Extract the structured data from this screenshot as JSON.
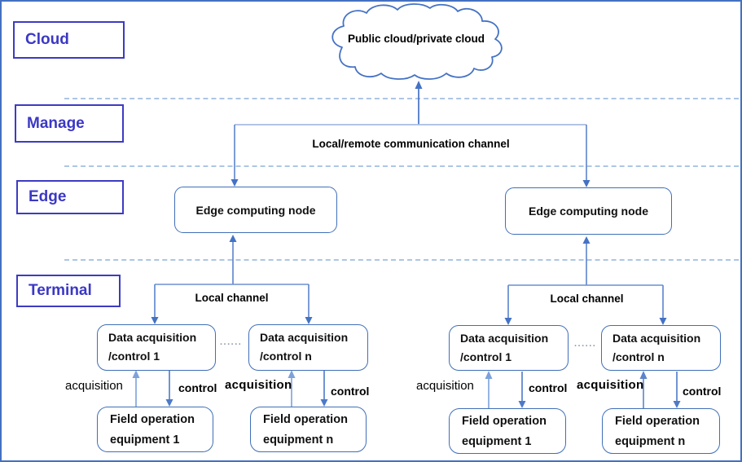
{
  "colors": {
    "frame_border": "#4470c0",
    "layer_label_indigo": "#3b38c4",
    "node_border_blue": "#3f6fb8",
    "connector_blue": "#4472c4",
    "connector_light_blue": "#a8bde2",
    "dashed_separator": "#adc6e4",
    "node_text": "#101010"
  },
  "layer_labels": [
    "Cloud",
    "Manage",
    "Edge",
    "Terminal"
  ],
  "cloud": {
    "label": "Public cloud/private cloud"
  },
  "manage": {
    "channel_label": "Local/remote communication channel"
  },
  "edge": {
    "nodes": [
      "Edge computing node",
      "Edge computing node"
    ]
  },
  "terminal": {
    "left": {
      "channel_label": "Local channel",
      "ellipsis": "......",
      "data_nodes": [
        {
          "line1": "Data acquisition",
          "line2": "/control 1"
        },
        {
          "line1": "Data acquisition",
          "line2": "/control n"
        }
      ],
      "field_nodes": [
        {
          "line1": "Field operation",
          "line2": "equipment 1"
        },
        {
          "line1": "Field operation",
          "line2": "equipment n"
        }
      ],
      "flows": [
        {
          "acquisition": "acquisition",
          "control": "control"
        },
        {
          "acquisition": "acquisition",
          "control": "control"
        }
      ]
    },
    "right": {
      "channel_label": "Local channel",
      "ellipsis": "......",
      "data_nodes": [
        {
          "line1": "Data acquisition",
          "line2": "/control 1"
        },
        {
          "line1": "Data acquisition",
          "line2": "/control n"
        }
      ],
      "field_nodes": [
        {
          "line1": "Field operation",
          "line2": "equipment 1"
        },
        {
          "line1": "Field operation",
          "line2": "equipment n"
        }
      ],
      "flows": [
        {
          "acquisition": "acquisition",
          "control": "control"
        },
        {
          "acquisition": "acquisition",
          "control": "control"
        }
      ]
    }
  }
}
